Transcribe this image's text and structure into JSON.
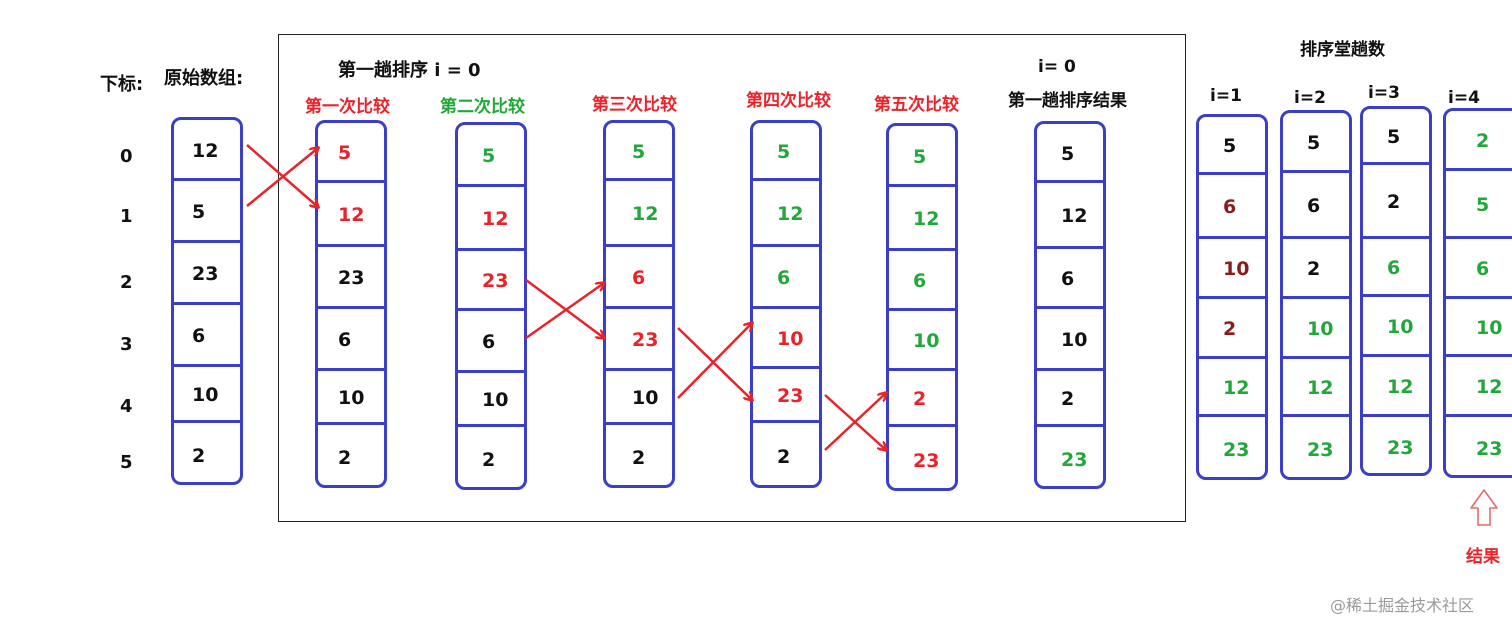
{
  "index_label": "下标:",
  "original_label": "原始数组:",
  "pass_title": "第一趟排序 i = 0",
  "trips_title": "排序堂趟数",
  "indices": [
    "0",
    "1",
    "2",
    "3",
    "4",
    "5"
  ],
  "result_caption": "结果",
  "watermark": "@稀土掘金技术社区",
  "colors": {
    "box": "#3a3ec9",
    "arrow": "#e8232a",
    "red": "#e8232a",
    "green": "#22a83a",
    "dark_red": "#8b1a1a",
    "black": "#111111",
    "result_arrow": "#e86a6a"
  },
  "columns": [
    {
      "key": "original",
      "label": "",
      "label_color": "",
      "values": [
        "12",
        "5",
        "23",
        "6",
        "10",
        "2"
      ],
      "colors": [
        "black",
        "black",
        "black",
        "black",
        "black",
        "black"
      ]
    },
    {
      "key": "cmp1",
      "label": "第一次比较",
      "label_color": "red",
      "values": [
        "5",
        "12",
        "23",
        "6",
        "10",
        "2"
      ],
      "colors": [
        "red",
        "red",
        "black",
        "black",
        "black",
        "black"
      ]
    },
    {
      "key": "cmp2",
      "label": "第二次比较",
      "label_color": "green",
      "values": [
        "5",
        "12",
        "23",
        "6",
        "10",
        "2"
      ],
      "colors": [
        "green",
        "red",
        "red",
        "black",
        "black",
        "black"
      ]
    },
    {
      "key": "cmp3",
      "label": "第三次比较",
      "label_color": "red",
      "values": [
        "5",
        "12",
        "6",
        "23",
        "10",
        "2"
      ],
      "colors": [
        "green",
        "green",
        "red",
        "red",
        "black",
        "black"
      ]
    },
    {
      "key": "cmp4",
      "label": "第四次比较",
      "label_color": "red",
      "values": [
        "5",
        "12",
        "6",
        "10",
        "23",
        "2"
      ],
      "colors": [
        "green",
        "green",
        "green",
        "red",
        "red",
        "black"
      ]
    },
    {
      "key": "cmp5",
      "label": "第五次比较",
      "label_color": "red",
      "values": [
        "5",
        "12",
        "6",
        "10",
        "2",
        "23"
      ],
      "colors": [
        "green",
        "green",
        "green",
        "green",
        "red",
        "red"
      ]
    },
    {
      "key": "pass_result",
      "label": "i= 0",
      "label2": "第一趟排序结果",
      "label_color": "black",
      "values": [
        "5",
        "12",
        "6",
        "10",
        "2",
        "23"
      ],
      "colors": [
        "black",
        "black",
        "black",
        "black",
        "black",
        "green"
      ]
    },
    {
      "key": "i1",
      "label": "i=1",
      "label_color": "black",
      "values": [
        "5",
        "6",
        "10",
        "2",
        "12",
        "23"
      ],
      "colors": [
        "black",
        "dark_red",
        "dark_red",
        "dark_red",
        "green",
        "green"
      ]
    },
    {
      "key": "i2",
      "label": "i=2",
      "label_color": "black",
      "values": [
        "5",
        "6",
        "2",
        "10",
        "12",
        "23"
      ],
      "colors": [
        "black",
        "black",
        "black",
        "green",
        "green",
        "green"
      ]
    },
    {
      "key": "i3",
      "label": "i=3",
      "label_color": "black",
      "values": [
        "5",
        "2",
        "6",
        "10",
        "12",
        "23"
      ],
      "colors": [
        "black",
        "black",
        "green",
        "green",
        "green",
        "green"
      ]
    },
    {
      "key": "i4",
      "label": "i=4",
      "label_color": "black",
      "values": [
        "2",
        "5",
        "6",
        "10",
        "12",
        "23"
      ],
      "colors": [
        "green",
        "green",
        "green",
        "green",
        "green",
        "green"
      ]
    }
  ]
}
